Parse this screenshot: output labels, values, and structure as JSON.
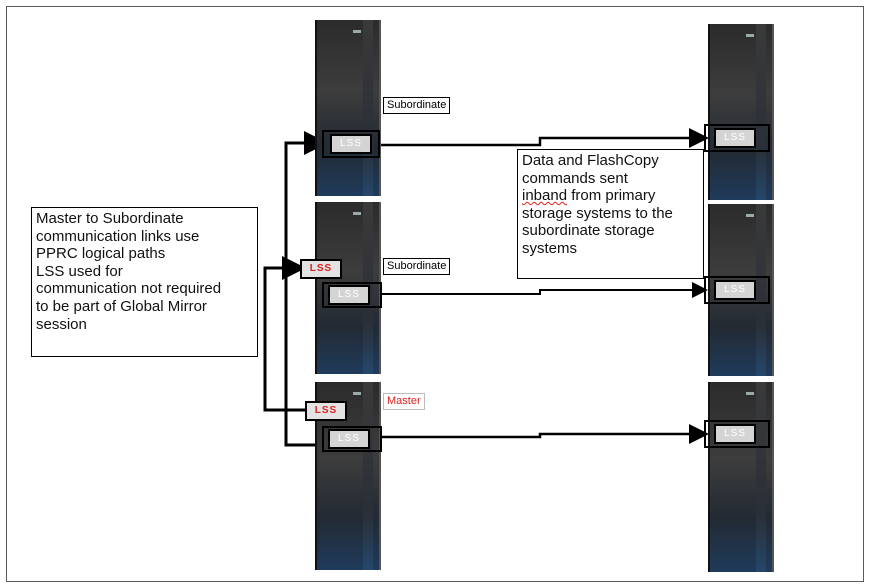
{
  "labels": {
    "subordinate_top": "Subordinate",
    "subordinate_mid": "Subordinate",
    "master": "Master",
    "lss": "LSS"
  },
  "left_note": {
    "lines": [
      "Master to Subordinate",
      "communication links use",
      "PPRC logical paths",
      "LSS used for",
      "communication not required",
      "to be part of Global Mirror",
      "session"
    ]
  },
  "right_note": {
    "line1": "Data and FlashCopy",
    "line2": "commands sent",
    "line3_word": "inband",
    "line3_rest": " from primary",
    "line4": "storage systems to the",
    "line5": "subordinate storage",
    "line6": "systems"
  },
  "colors": {
    "master_text": "#e02020",
    "lss_red_text": "#e02020",
    "cabinet_dark": "#2b2b2b",
    "cabinet_blue": "#1f3b5c"
  }
}
